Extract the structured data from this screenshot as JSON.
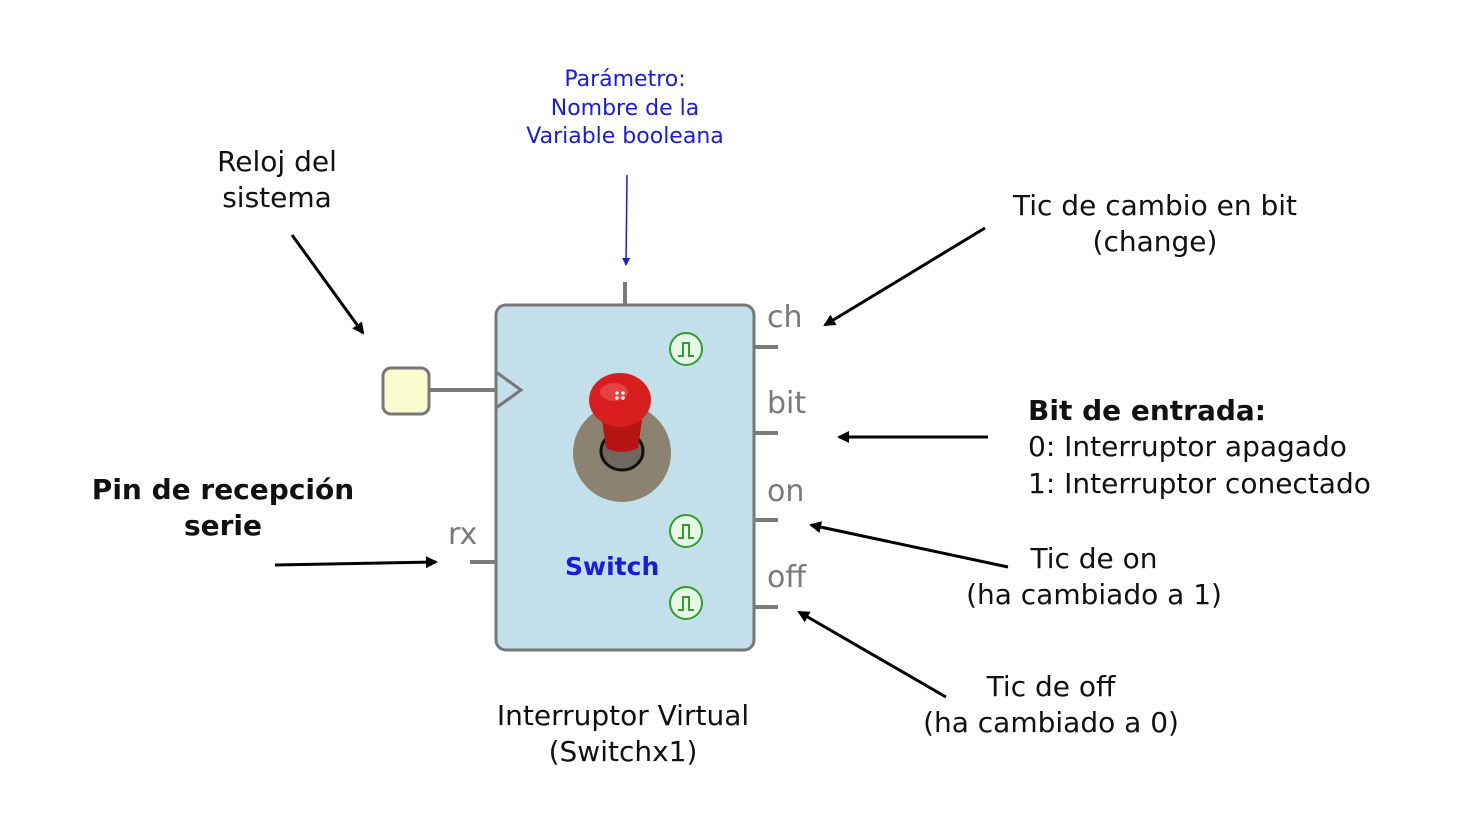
{
  "annotations": {
    "parameter": [
      "Parámetro:",
      "Nombre de la",
      "Variable booleana"
    ],
    "clock": [
      "Reloj del",
      "sistema"
    ],
    "rx_pin": [
      "Pin de recepción",
      "serie"
    ],
    "change_tick": [
      "Tic de cambio en bit",
      "(change)"
    ],
    "bit_title": "Bit de entrada:",
    "bit_lines": [
      "0: Interruptor apagado",
      "1: Interruptor conectado"
    ],
    "on_tick": [
      "Tic de on",
      "(ha cambiado a 1)"
    ],
    "off_tick": [
      "Tic de off",
      "(ha cambiado a 0)"
    ],
    "caption": [
      "Interruptor Virtual",
      "(Switchx1)"
    ]
  },
  "block": {
    "name": "Switch",
    "ports": {
      "ch": "ch",
      "bit": "bit",
      "on": "on",
      "off": "off",
      "rx": "rx"
    }
  },
  "colors": {
    "block_fill": "#c3dfea",
    "block_border": "#777777",
    "wire": "#7a7a7a",
    "clock_fill": "#fafacf",
    "param_text": "#1a1ae6",
    "tick_green": "#2f9e2f",
    "knob_red": "#d81e1e"
  },
  "icons": [
    "pulse-icon",
    "toggle-switch-icon"
  ]
}
